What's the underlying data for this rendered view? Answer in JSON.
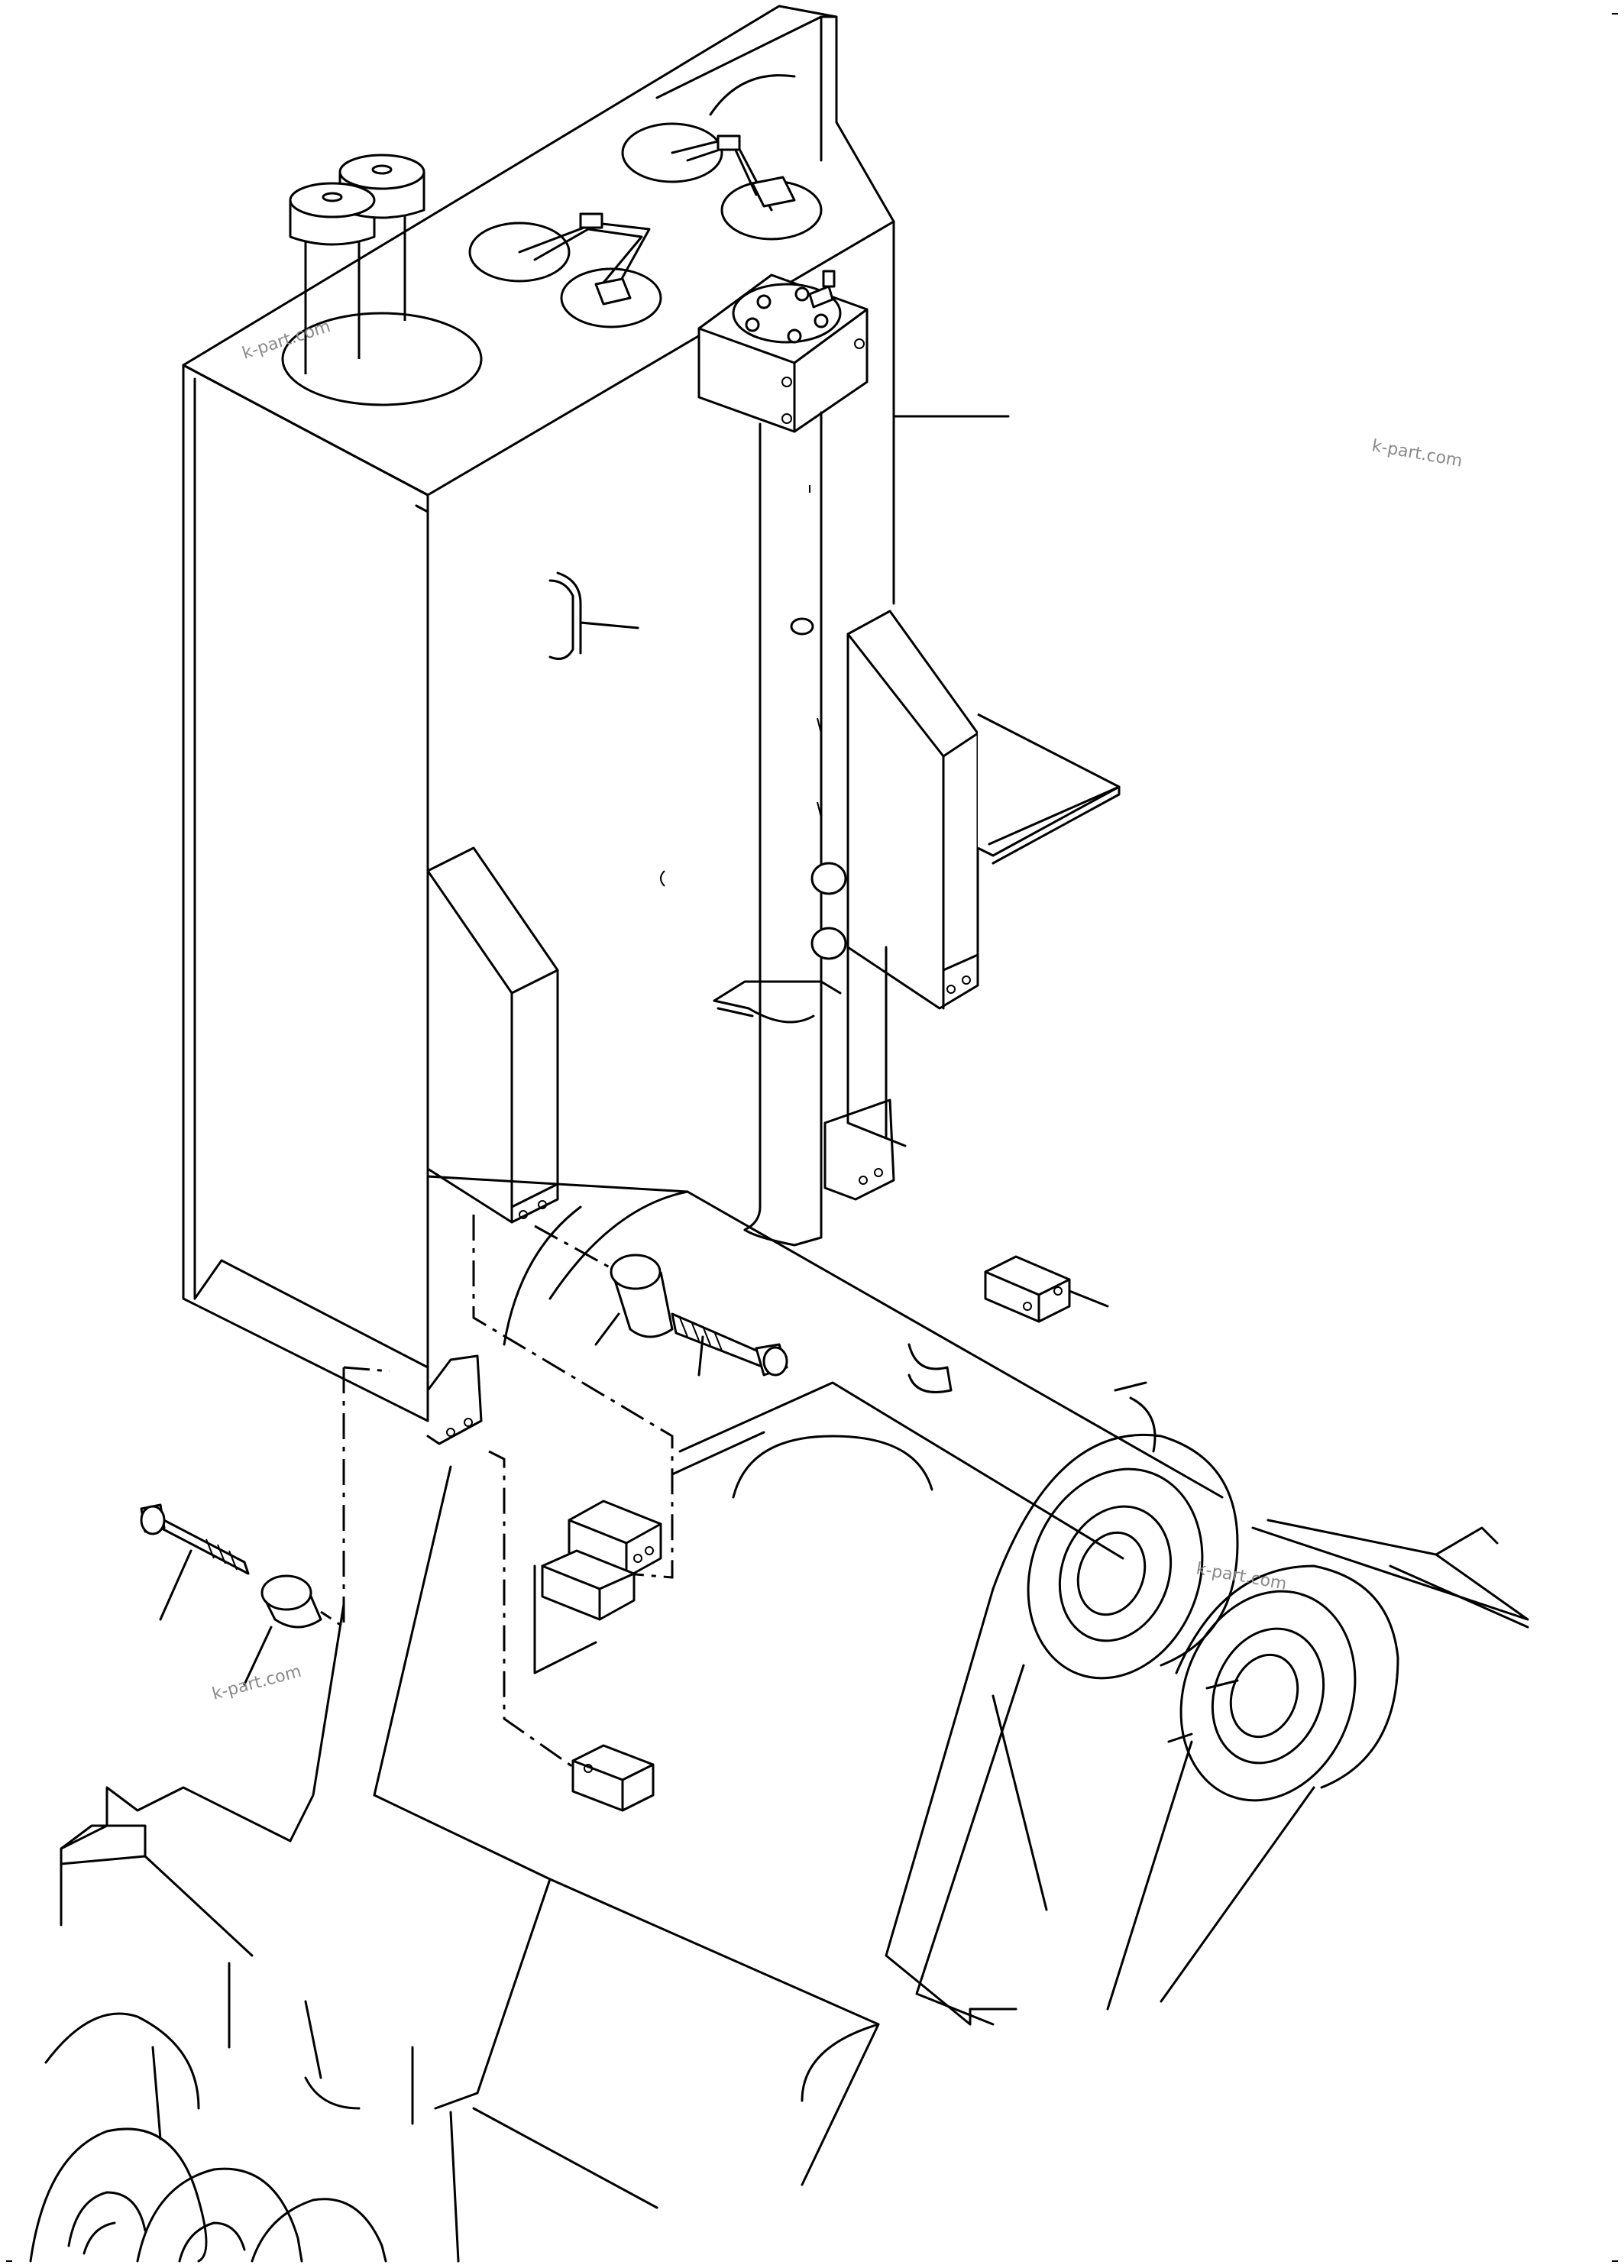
{
  "watermarks": [
    "k-part.com",
    "k-part.com",
    "k-part.com",
    "k-part.com"
  ],
  "colors": {
    "line": "#000000",
    "background": "#ffffff",
    "watermark": "#8a8a8a"
  }
}
